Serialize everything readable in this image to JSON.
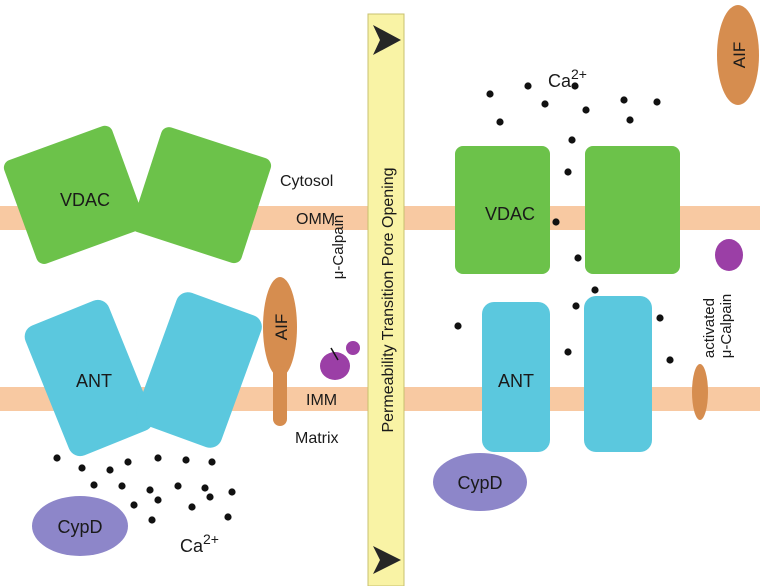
{
  "colors": {
    "membrane": "#f8c9a2",
    "vdac": "#6cc24a",
    "ant": "#5bc8de",
    "cypd": "#8d86c9",
    "aif": "#d68d4f",
    "calpain": "#9b3fa6",
    "calcium": "#111111",
    "pore_band": "#f9f3a5",
    "pore_border": "#c8c070",
    "arrow": "#262626"
  },
  "labels": {
    "cytosol": "Cytosol",
    "omm": "OMM",
    "imm": "IMM",
    "matrix": "Matrix",
    "calpain": "μ-Calpain",
    "activated_calpain_line1": "activated",
    "activated_calpain_line2": "μ-Calpain",
    "pore_opening": "Permeability Transition Pore Opening"
  },
  "left": {
    "vdac": "VDAC",
    "ant": "ANT",
    "cypd": "CypD",
    "aif": "AIF",
    "calcium_base": "Ca",
    "calcium_charge": "2+"
  },
  "right": {
    "vdac": "VDAC",
    "ant": "ANT",
    "cypd": "CypD",
    "aif": "AIF",
    "calcium_base": "Ca",
    "calcium_charge": "2+"
  }
}
